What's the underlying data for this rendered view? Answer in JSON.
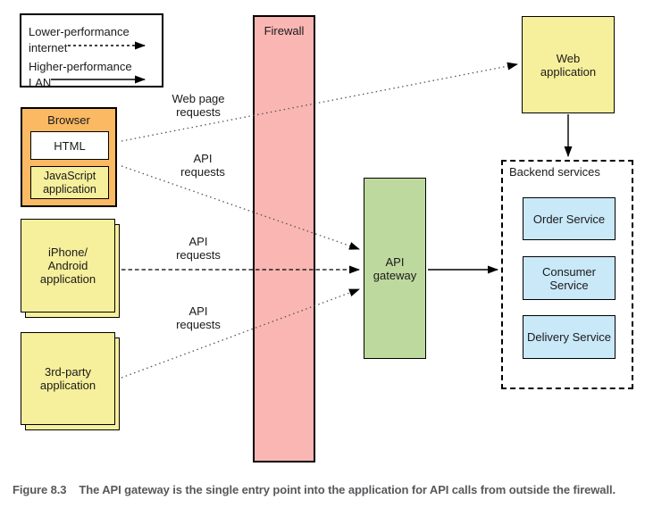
{
  "legend": {
    "internet_line1": "Lower-performance",
    "internet_line2": "internet",
    "lan_line1": "Higher-performance",
    "lan_line2": "LAN"
  },
  "browser": {
    "title": "Browser",
    "html_label": "HTML",
    "js_line1": "JavaScript",
    "js_line2": "application"
  },
  "mobile": {
    "line1": "iPhone/",
    "line2": "Android",
    "line3": "application"
  },
  "third_party": {
    "line1": "3rd-party",
    "line2": "application"
  },
  "firewall": {
    "label": "Firewall"
  },
  "gateway": {
    "line1": "API",
    "line2": "gateway"
  },
  "web_app": {
    "line1": "Web",
    "line2": "application"
  },
  "backend": {
    "title": "Backend services",
    "services": [
      "Order Service",
      "Consumer Service",
      "Delivery Service"
    ]
  },
  "edge_labels": {
    "web_page": {
      "line1": "Web page",
      "line2": "requests"
    },
    "api_browser": {
      "line1": "API",
      "line2": "requests"
    },
    "api_mobile": {
      "line1": "API",
      "line2": "requests"
    },
    "api_third_party": {
      "line1": "API",
      "line2": "requests"
    }
  },
  "caption": {
    "label": "Figure 8.3",
    "text": "The API gateway is the single entry point into the application for API calls from outside the firewall."
  },
  "colors": {
    "browser_orange": "#FBB963",
    "pale_yellow": "#F6EF9B",
    "firewall_pink": "#F9B6B3",
    "gateway_green": "#BED99D",
    "service_blue": "#C9E8F8",
    "connector_gray": "#555555",
    "caption_gray": "#57585B"
  }
}
